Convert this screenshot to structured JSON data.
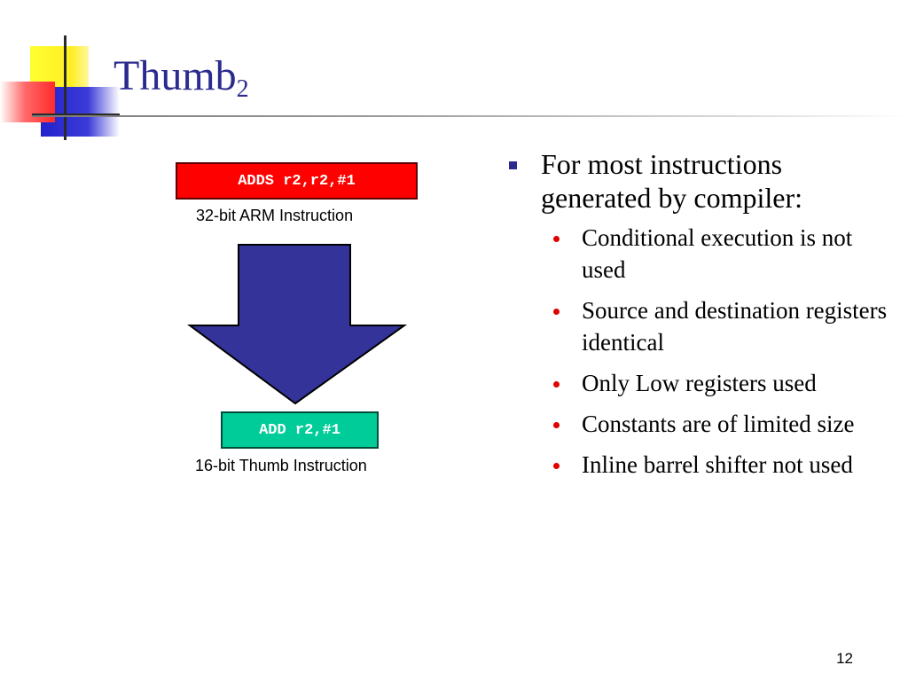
{
  "slide": {
    "title": "Thumb",
    "title_subscript": "2",
    "arm_instruction": "ADDS r2,r2,#1",
    "arm_caption": "32-bit ARM Instruction",
    "thumb_instruction": "ADD r2,#1",
    "thumb_caption": "16-bit Thumb Instruction",
    "bullets": {
      "main": "For most instructions generated by compiler:",
      "sub": [
        "Conditional execution is not used",
        "Source and destination registers identical",
        "Only Low registers used",
        "Constants are of limited size",
        "Inline barrel shifter not used"
      ]
    },
    "page_number": "12"
  },
  "colors": {
    "title": "#2b2b8f",
    "arm_box": "#ff0000",
    "thumb_box": "#00cc99",
    "arrow": "#333399",
    "main_bullet": "#2b2b8f",
    "sub_bullet": "#e00000"
  },
  "icons": {
    "main_bullet": "square-bullet-icon",
    "sub_bullet": "dot-bullet-icon",
    "arrow": "down-arrow-icon",
    "logo": "color-blocks-logo-icon"
  }
}
